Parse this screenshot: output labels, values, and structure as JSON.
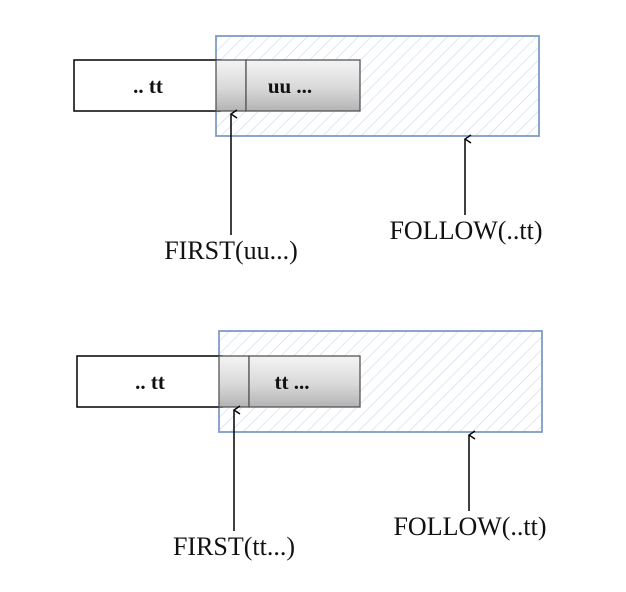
{
  "diagrams": [
    {
      "left_box_label": ".. tt",
      "gray_box_label": "uu ...",
      "first_label": "FIRST(uu...)",
      "follow_label": "FOLLOW(..tt)"
    },
    {
      "left_box_label": ".. tt",
      "gray_box_label": "tt ...",
      "first_label": "FIRST(tt...)",
      "follow_label": "FOLLOW(..tt)"
    }
  ],
  "colors": {
    "follow_region_border": "#7f9bc6",
    "follow_region_hatch": "#c9d8ec",
    "gray_box_top": "#f2f2f2",
    "gray_box_bottom": "#b5b5b5",
    "stroke": "#000000"
  }
}
